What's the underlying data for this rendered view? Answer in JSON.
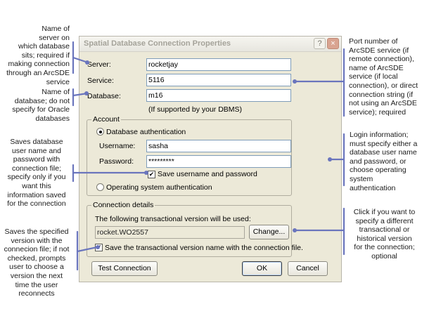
{
  "dialog": {
    "title": "Spatial Database Connection Properties",
    "help_glyph": "?",
    "close_glyph": "×",
    "server_label": "Server:",
    "server_value": "rocketjay",
    "service_label": "Service:",
    "service_value": "5116",
    "database_label": "Database:",
    "database_value": "m16",
    "dbms_note": "(If supported by your DBMS)",
    "account": {
      "legend": "Account",
      "db_auth_label": "Database authentication",
      "username_label": "Username:",
      "username_value": "sasha",
      "password_label": "Password:",
      "password_value": "*********",
      "save_label": "Save username and password",
      "os_auth_label": "Operating system authentication"
    },
    "connection": {
      "legend": "Connection details",
      "info": "The following transactional version will be used:",
      "version_value": "rocket.WO2557",
      "change_label": "Change...",
      "save_version_label": "Save the transactional version name with the connection file."
    },
    "test_label": "Test Connection",
    "ok_label": "OK",
    "cancel_label": "Cancel",
    "check_glyph": "✔"
  },
  "annotations": {
    "server": [
      "Name of",
      "server on",
      "which database",
      "sits; required if",
      "making connection",
      "through an ArcSDE",
      "service"
    ],
    "database": [
      "Name of",
      "database; do not",
      "specify for Oracle",
      "databases"
    ],
    "save_credentials": [
      "Saves database",
      "user name and",
      "password with",
      "connection file;",
      "specify only if you",
      "want this",
      "information saved",
      "for the connection"
    ],
    "save_version": [
      "Saves the specified",
      "version with the",
      "connecion file; if not",
      "checked, prompts",
      "user to choose a",
      "version the next",
      "time the user",
      "reconnects"
    ],
    "port": [
      "Port number of",
      "ArcSDE service (if",
      "remote connection),",
      "name of ArcSDE",
      "service (if local",
      "connection), or direct",
      "connection string (if",
      "not using an ArcSDE",
      "service); required"
    ],
    "login": [
      "Login information;",
      "must specify either a",
      "database user name",
      "and password, or",
      "choose operating",
      "system",
      "authentication"
    ],
    "change": [
      "Click if you want to",
      "specify a different",
      "transactional or",
      "historical version",
      "for the connection;",
      "optional"
    ]
  }
}
